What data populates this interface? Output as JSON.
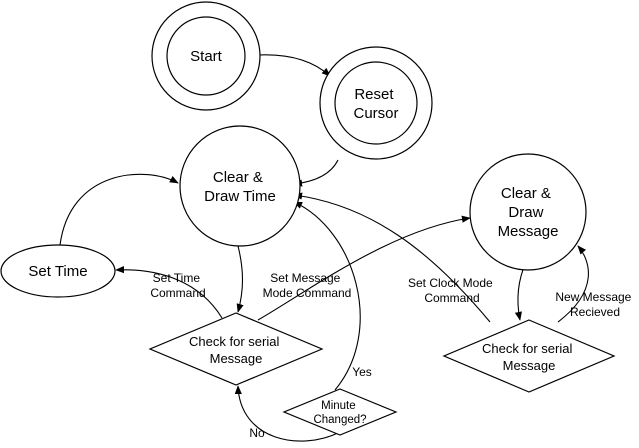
{
  "nodes": {
    "start": [
      "Start"
    ],
    "reset_cursor": [
      "Reset",
      "Cursor"
    ],
    "clear_draw_time": [
      "Clear &",
      "Draw Time"
    ],
    "set_time": [
      "Set Time"
    ],
    "check_serial_left": [
      "Check for serial",
      "Message"
    ],
    "minute_changed": [
      "Minute",
      "Changed?"
    ],
    "clear_draw_message": [
      "Clear &",
      "Draw",
      "Message"
    ],
    "check_serial_right": [
      "Check for serial",
      "Message"
    ]
  },
  "edges": {
    "set_time_command": [
      "Set Time",
      "Command"
    ],
    "set_message_mode_command": [
      "Set Message",
      "Mode Command"
    ],
    "set_clock_mode_command": [
      "Set Clock Mode",
      "Command"
    ],
    "new_message_received": [
      "New Message",
      "Recieved"
    ],
    "yes": [
      "Yes"
    ],
    "no": [
      "No"
    ]
  }
}
